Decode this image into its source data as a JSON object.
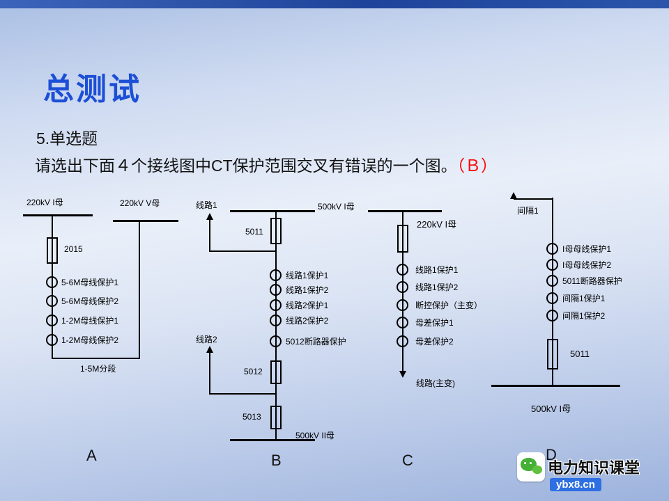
{
  "slide": {
    "title": "总测试",
    "question_no": "5.单选题",
    "question": "请选出下面４个接线图中CT保护范围交叉有错误的一个图。",
    "answer": "（Ｂ）"
  },
  "colors": {
    "title_blue": "#1c4fd6",
    "answer_red": "#ff0000",
    "top_bar_blue": "#1e4499",
    "wechat_green": "#44b035",
    "site_badge_blue": "#2e6fe2"
  },
  "diagram_a": {
    "letter": "A",
    "bus1": "220kV I母",
    "bus2": "220kV V母",
    "breaker": "2015",
    "cts": [
      "5-6M母线保护1",
      "5-6M母线保护2",
      "1-2M母线保护1",
      "1-2M母线保护2"
    ],
    "caption": "1-5M分段"
  },
  "diagram_b": {
    "letter": "B",
    "feeder1": "线路1",
    "bus_top": "500kV I母",
    "breaker_top": "5011",
    "cts": [
      "线路1保护1",
      "线路1保护2",
      "线路2保护1",
      "线路2保护2",
      "5012断路器保护"
    ],
    "feeder2": "线路2",
    "breaker_mid": "5012",
    "breaker_bottom": "5013",
    "bus_bottom": "500kV II母"
  },
  "diagram_c": {
    "letter": "C",
    "bus": "220kV I母",
    "cts": [
      "线路1保护1",
      "线路1保护2",
      "断控保护（主变）",
      "母差保护1",
      "母差保护2"
    ],
    "feeder": "线路(主变)"
  },
  "diagram_d": {
    "letter": "D",
    "bay": "间隔1",
    "cts": [
      "I母母线保护1",
      "I母母线保护2",
      "5011断路器保护",
      "间隔1保护1",
      "间隔1保护2"
    ],
    "breaker": "5011",
    "bus": "500kV I母"
  },
  "watermark": {
    "name": "电力知识课堂",
    "site": "ybx8.cn"
  }
}
